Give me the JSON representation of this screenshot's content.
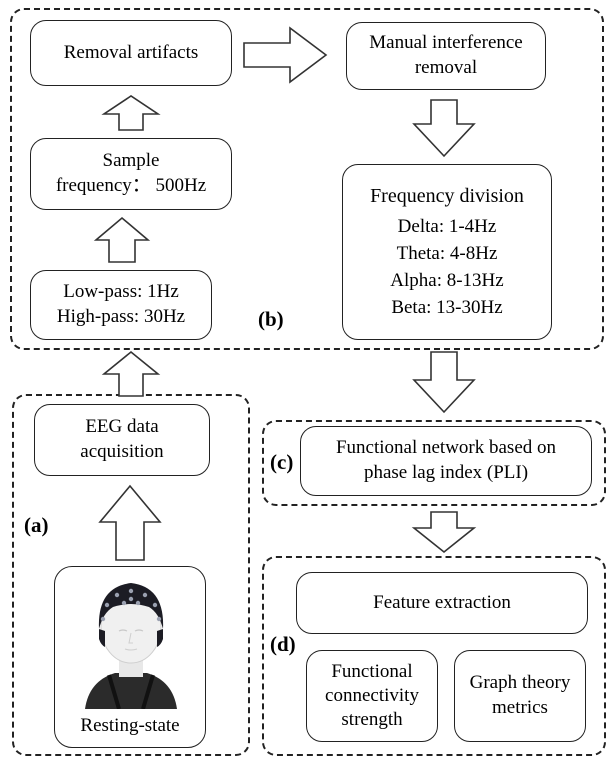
{
  "regions": {
    "a": {
      "label": "(a)"
    },
    "b": {
      "label": "(b)"
    },
    "c": {
      "label": "(c)"
    },
    "d": {
      "label": "(d)"
    }
  },
  "boxes": {
    "removal_artifacts": {
      "lines": [
        "Removal artifacts"
      ]
    },
    "manual_interference": {
      "lines": [
        "Manual interference",
        "removal"
      ]
    },
    "sample_frequency": {
      "lines": [
        "Sample",
        "frequency：  500Hz"
      ]
    },
    "filters": {
      "lines": [
        "Low-pass: 1Hz",
        "High-pass: 30Hz"
      ]
    },
    "frequency_division": {
      "lines": [
        "Frequency division",
        "Delta: 1-4Hz",
        "Theta: 4-8Hz",
        "Alpha: 8-13Hz",
        "Beta: 13-30Hz"
      ]
    },
    "eeg_acquisition": {
      "lines": [
        "EEG data",
        "acquisition"
      ]
    },
    "functional_network": {
      "lines": [
        "Functional network based on",
        "phase lag index (PLI)"
      ]
    },
    "feature_extraction": {
      "lines": [
        "Feature extraction"
      ]
    },
    "connectivity_strength": {
      "lines": [
        "Functional",
        "connectivity",
        "strength"
      ]
    },
    "graph_theory": {
      "lines": [
        "Graph theory",
        "metrics"
      ]
    },
    "resting_state": {
      "caption": "Resting-state"
    }
  }
}
